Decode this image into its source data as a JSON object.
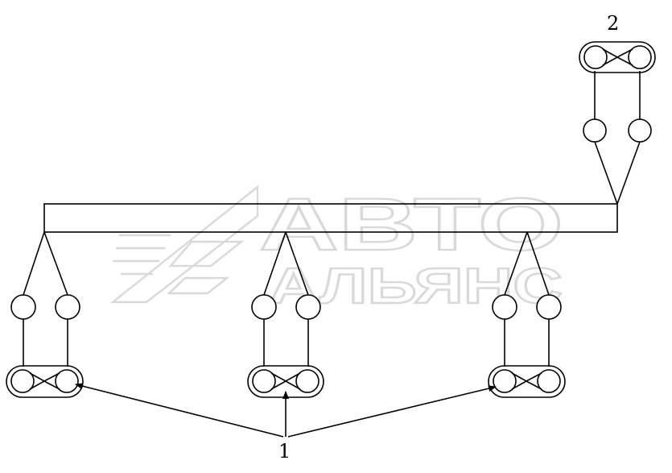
{
  "labels": {
    "callout_1": "1",
    "callout_2": "2"
  },
  "watermark": {
    "line1": "АВТО",
    "line2": "АЛЬЯНС"
  }
}
